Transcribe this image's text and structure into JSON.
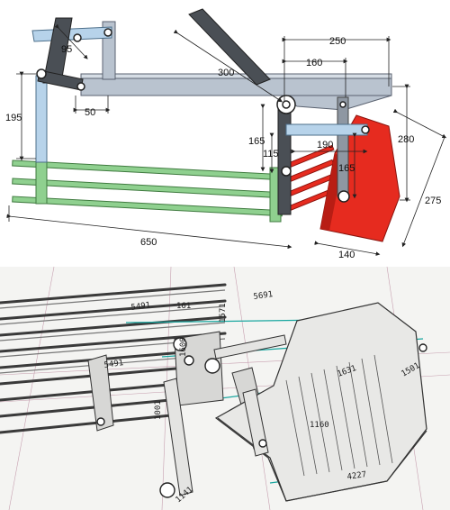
{
  "top_dimensions": {
    "d95": "95",
    "d50": "50",
    "d195": "195",
    "d300": "300",
    "d250": "250",
    "d160": "160",
    "d165a": "165",
    "d115": "115",
    "d190": "190",
    "d165b": "165",
    "d280": "280",
    "d275": "275",
    "d650": "650",
    "d140": "140"
  },
  "bottom_dimensions": {
    "h1": "5491",
    "h2": "161",
    "h3": "5691",
    "h4": "5491",
    "h5": "1600",
    "h6": "1571",
    "h7": "1631",
    "h8": "1160",
    "h9": "4227",
    "h10": "1501",
    "h11": "1141",
    "h12": "1001"
  },
  "colors": {
    "frame": "#b9c3cf",
    "frame_stroke": "#5a6270",
    "arm_dark": "#4a4f55",
    "link_light": "#b7d3ea",
    "tines": "#8fd08f",
    "bucket": "#e62b1f",
    "bucket_side": "#b81d14"
  }
}
